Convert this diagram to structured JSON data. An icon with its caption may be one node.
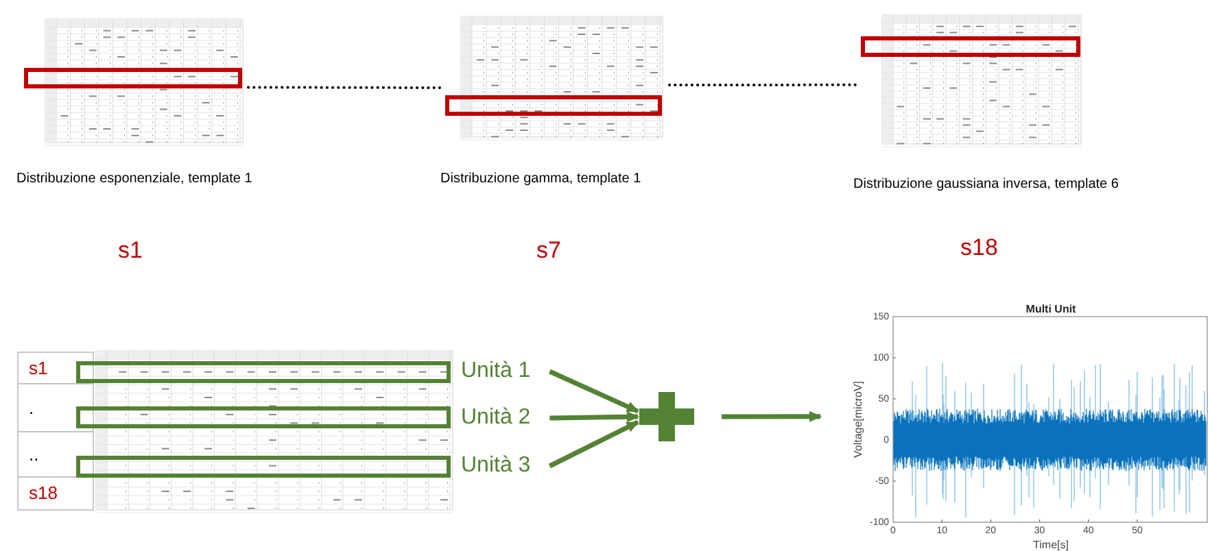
{
  "diagram": {
    "nodes": [
      {
        "text": [],
        "shape": "picture",
        "beside": [
          "Distribuzione esponenziale, template 1"
        ]
      },
      {
        "text": [],
        "shape": "picture",
        "beside": [
          "Distribuzione gamma, template 1"
        ]
      },
      {
        "text": [],
        "shape": "picture",
        "beside": [
          "Distribuzione gaussiana inversa, template 6"
        ]
      },
      {
        "text": [
          "Unità 1"
        ]
      },
      {
        "text": [
          "Unità 2"
        ]
      },
      {
        "text": [
          "Unità 3"
        ]
      },
      {
        "text": [],
        "shape": "cross"
      },
      {
        "text": [],
        "shape": "picture"
      }
    ],
    "edges": [
      {
        "from": 0,
        "to": 1,
        "arrow": "none",
        "style": "dashed",
        "color": "#000000"
      },
      {
        "from": 1,
        "to": 2,
        "arrow": "none",
        "style": "dashed",
        "color": "#000000"
      },
      {
        "from": 3,
        "to": 6,
        "arrow": "to"
      },
      {
        "from": 4,
        "to": 6,
        "arrow": "to"
      },
      {
        "from": 5,
        "to": 6,
        "arrow": "to"
      },
      {
        "from": 6,
        "to": 7,
        "arrow": "to"
      }
    ],
    "labels": [
      "s1",
      "s7",
      "s18",
      "s1",
      ".",
      "..",
      "s18",
      "Multi Unit",
      "150",
      "100",
      "50",
      "0",
      "-50",
      "-100",
      "0",
      "10",
      "20",
      "30",
      "40",
      "50",
      "Voltage[microV]",
      "Time[s]"
    ]
  }
}
